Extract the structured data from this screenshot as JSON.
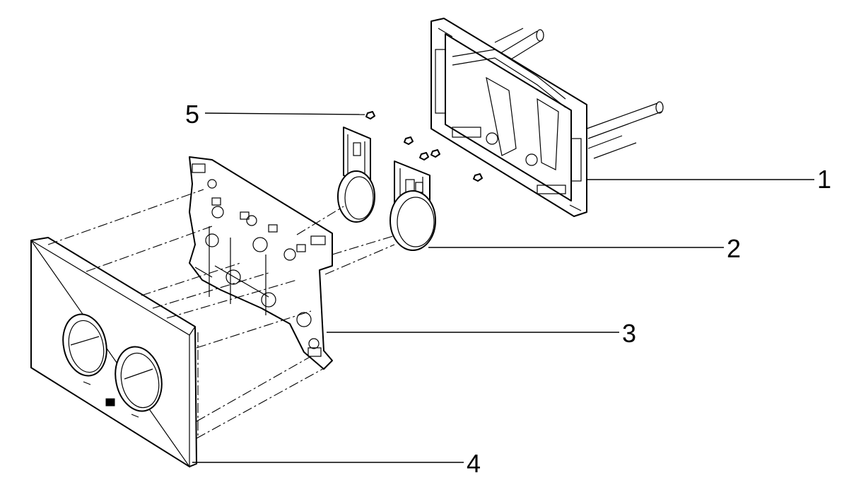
{
  "diagram": {
    "callouts": [
      {
        "id": "1",
        "label": "1"
      },
      {
        "id": "2",
        "label": "2"
      },
      {
        "id": "3",
        "label": "3"
      },
      {
        "id": "4",
        "label": "4"
      },
      {
        "id": "5",
        "label": "5"
      }
    ],
    "parts": [
      {
        "callout": "1",
        "icon": "wall-mounting-frame-icon"
      },
      {
        "callout": "2",
        "icon": "flush-button-pair-icon"
      },
      {
        "callout": "3",
        "icon": "button-carrier-plate-icon"
      },
      {
        "callout": "4",
        "icon": "cover-plate-icon"
      },
      {
        "callout": "5",
        "icon": "nut-icon"
      }
    ]
  }
}
